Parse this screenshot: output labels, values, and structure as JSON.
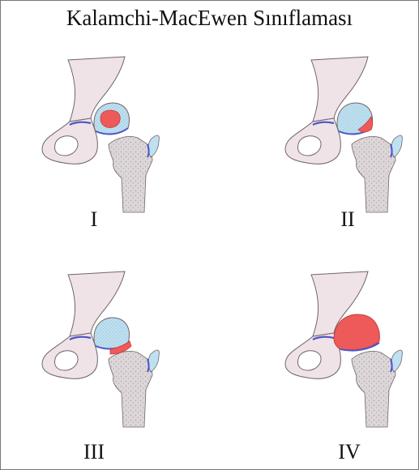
{
  "title": "Kalamchi-MacEwen Sınıflaması",
  "colors": {
    "bone": "#efe3e7",
    "bone_outline": "#6f6569",
    "femur": "#ddd6d8",
    "femur_speckle": "#a79fa3",
    "physis": "#4e55c8",
    "epiphysis": "#bfe0f0",
    "necrosis": "#ee5a5a"
  },
  "panels": [
    {
      "label": "I",
      "necrosis": "central"
    },
    {
      "label": "II",
      "necrosis": "lateral"
    },
    {
      "label": "III",
      "necrosis": "metaphyseal"
    },
    {
      "label": "IV",
      "necrosis": "total"
    }
  ]
}
